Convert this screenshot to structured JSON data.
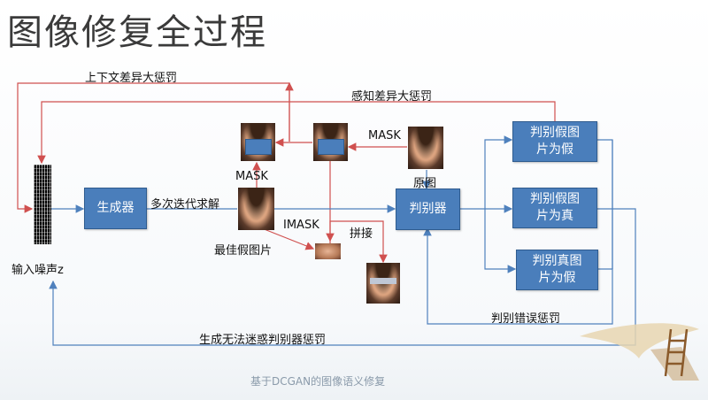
{
  "title": "图像修复全过程",
  "nodes": {
    "generator": "生成器",
    "discriminator": "判别器",
    "fake_as_fake": "判别假图\n片为假",
    "fake_as_real": "判别假图\n片为真",
    "real_as_fake": "判别真图\n片为假"
  },
  "labels": {
    "context_penalty": "上下文差异大惩罚",
    "perceptual_penalty": "感知差异大惩罚",
    "mask_top": "MASK",
    "mask_left": "MASK",
    "imask": "IMASK",
    "original": "原图",
    "iterate": "多次迭代求解",
    "best_fake": "最佳假图片",
    "splice": "拼接",
    "input_noise": "输入噪声z",
    "disc_error_penalty": "判别错误惩罚",
    "fool_penalty": "生成无法迷惑判别器惩罚"
  },
  "footer": "基于DCGAN的图像语义修复",
  "colors": {
    "box_fill": "#4a7ebb",
    "red_line": "#d0504f",
    "blue_line": "#4f81bd"
  }
}
